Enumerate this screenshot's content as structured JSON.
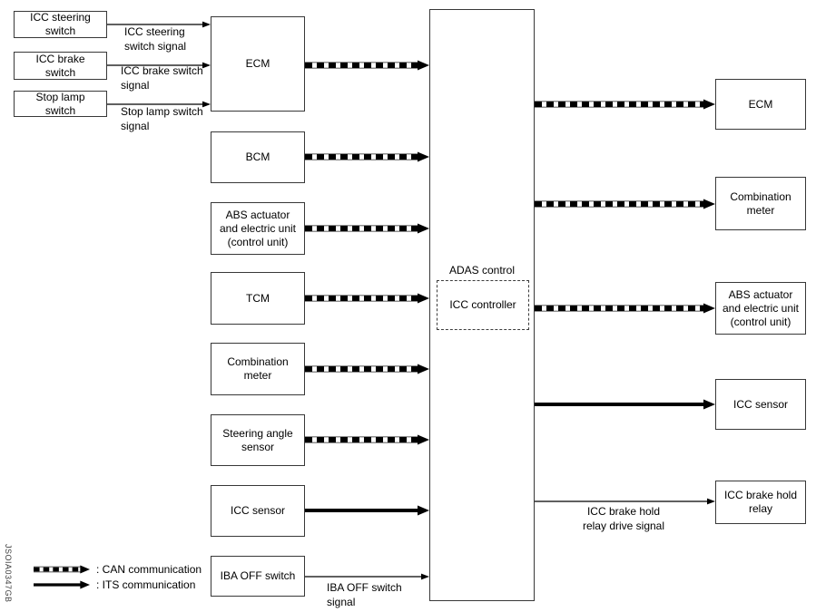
{
  "figure_id": "JSOIA0347GB",
  "center": {
    "outer_label": "ADAS control",
    "inner_label": "ICC controller"
  },
  "nodes": {
    "inputs": [
      {
        "label": "ICC steering\nswitch"
      },
      {
        "label": "ICC brake\nswitch"
      },
      {
        "label": "Stop lamp\nswitch"
      }
    ],
    "mid": [
      {
        "label": "ECM"
      },
      {
        "label": "BCM"
      },
      {
        "label": "ABS actuator\nand electric unit\n(control unit)"
      },
      {
        "label": "TCM"
      },
      {
        "label": "Combination\nmeter"
      },
      {
        "label": "Steering angle\nsensor"
      },
      {
        "label": "ICC sensor"
      },
      {
        "label": "IBA OFF switch"
      }
    ],
    "right": [
      {
        "label": "ECM"
      },
      {
        "label": "Combination\nmeter"
      },
      {
        "label": "ABS actuator\nand electric unit\n(control unit)"
      },
      {
        "label": "ICC sensor"
      },
      {
        "label": "ICC brake hold\nrelay"
      }
    ]
  },
  "signal_labels": {
    "icc_steering": "ICC steering\nswitch signal",
    "icc_brake": "ICC brake switch\nsignal",
    "stop_lamp": "Stop lamp switch\nsignal",
    "iba_off": "IBA OFF switch\nsignal",
    "brake_hold": "ICC brake hold\nrelay drive signal"
  },
  "legend": {
    "items": [
      {
        "label": ": CAN communication",
        "type": "CAN"
      },
      {
        "label": ": ITS communication",
        "type": "ITS"
      }
    ]
  },
  "connections": [
    {
      "from": "ICC steering switch",
      "to": "ECM",
      "type": "signal",
      "label": "ICC steering switch signal"
    },
    {
      "from": "ICC brake switch",
      "to": "ECM",
      "type": "signal",
      "label": "ICC brake switch signal"
    },
    {
      "from": "Stop lamp switch",
      "to": "ECM",
      "type": "signal",
      "label": "Stop lamp switch signal"
    },
    {
      "from": "ECM",
      "to": "ADAS control",
      "type": "CAN"
    },
    {
      "from": "BCM",
      "to": "ADAS control",
      "type": "CAN"
    },
    {
      "from": "ABS actuator and electric unit (control unit)",
      "to": "ADAS control",
      "type": "CAN"
    },
    {
      "from": "TCM",
      "to": "ADAS control",
      "type": "CAN"
    },
    {
      "from": "Combination meter",
      "to": "ADAS control",
      "type": "CAN"
    },
    {
      "from": "Steering angle sensor",
      "to": "ADAS control",
      "type": "CAN"
    },
    {
      "from": "ICC sensor",
      "to": "ADAS control",
      "type": "ITS"
    },
    {
      "from": "IBA OFF switch",
      "to": "ADAS control",
      "type": "signal",
      "label": "IBA OFF switch signal"
    },
    {
      "from": "ADAS control",
      "to": "ECM",
      "type": "CAN"
    },
    {
      "from": "ADAS control",
      "to": "Combination meter",
      "type": "CAN"
    },
    {
      "from": "ADAS control",
      "to": "ABS actuator and electric unit (control unit)",
      "type": "CAN"
    },
    {
      "from": "ADAS control",
      "to": "ICC sensor",
      "type": "ITS"
    },
    {
      "from": "ADAS control",
      "to": "ICC brake hold relay",
      "type": "signal",
      "label": "ICC brake hold relay drive signal"
    }
  ],
  "colors": {
    "line": "#000000",
    "box_border": "#383838",
    "background": "#ffffff"
  }
}
